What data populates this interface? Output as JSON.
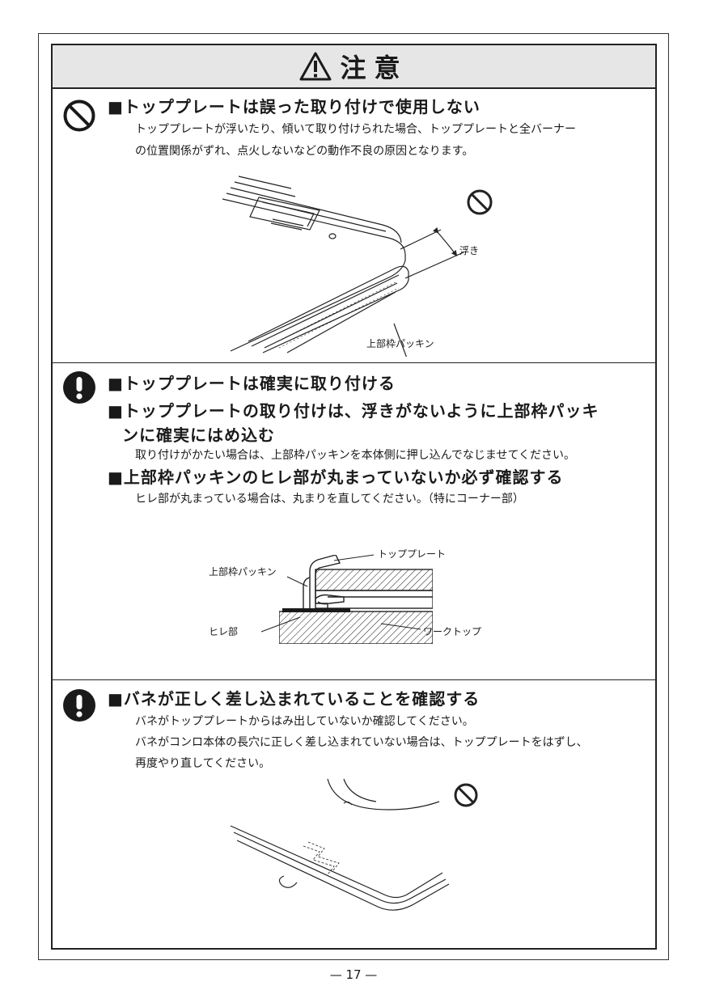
{
  "header": {
    "title": "注意"
  },
  "section1": {
    "heading": "■トッププレートは誤った取り付けで使用しない",
    "body_line1": "トッププレートが浮いたり、傾いて取り付けられた場合、トッププレートと全バーナー",
    "body_line2": "の位置関係がずれ、点火しないなどの動作不良の原因となります。",
    "diagram_labels": {
      "float": "浮き",
      "packing": "上部枠パッキン"
    }
  },
  "section2": {
    "heading1": "■トッププレートは確実に取り付ける",
    "heading2_line1": "■トッププレートの取り付けは、浮きがないように上部枠パッキ",
    "heading2_line2": "ンに確実にはめ込む",
    "body1": "取り付けがかたい場合は、上部枠パッキンを本体側に押し込んでなじませてください。",
    "heading3": "■上部枠パッキンのヒレ部が丸まっていないか必ず確認する",
    "body2": "ヒレ部が丸まっている場合は、丸まりを直してください。（特にコーナー部）",
    "diagram_labels": {
      "top_plate": "トッププレート",
      "packing": "上部枠パッキン",
      "fin": "ヒレ部",
      "worktop": "ワークトップ"
    }
  },
  "section3": {
    "heading": "■バネが正しく差し込まれていることを確認する",
    "body_line1": "バネがトッププレートからはみ出していないか確認してください。",
    "body_line2": "バネがコンロ本体の長穴に正しく差し込まれていない場合は、トッププレートをはずし、",
    "body_line3": "再度やり直してください。"
  },
  "footer": {
    "page": "— 17 —"
  }
}
